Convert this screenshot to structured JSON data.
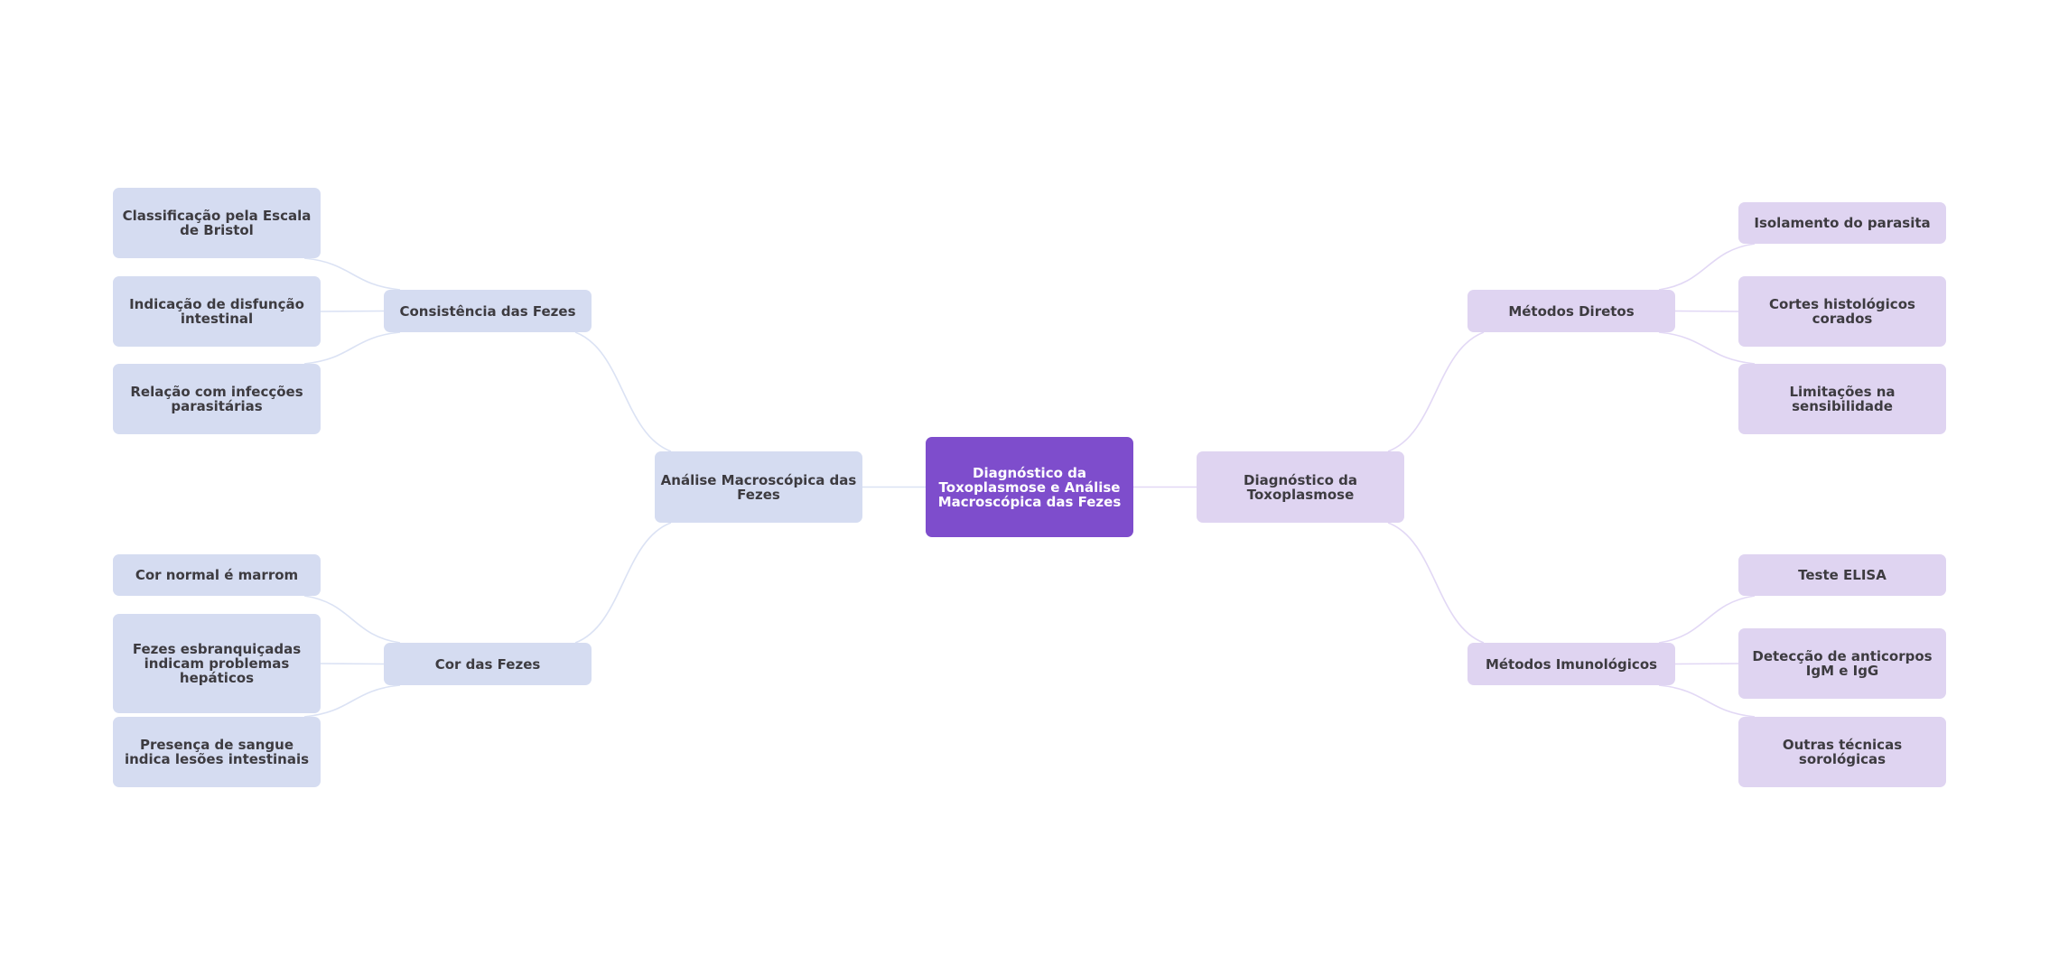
{
  "colors": {
    "root": "#7e4dcc",
    "left_branch": "#d5dcf1",
    "right_branch": "#dfd4f1",
    "left_link": "#dbe2f4",
    "right_link": "#e2d8f5",
    "text": "#3d3b40",
    "root_text": "#ffffff"
  },
  "mindmap": {
    "root": {
      "label": "Diagnóstico da Toxoplasmose e Análise Macroscópica das Fezes"
    },
    "left": {
      "label": "Análise Macroscópica das Fezes",
      "children": [
        {
          "label": "Consistência das Fezes",
          "children": [
            {
              "label": "Classificação pela Escala de Bristol"
            },
            {
              "label": "Indicação de disfunção intestinal"
            },
            {
              "label": "Relação com infecções parasitárias"
            }
          ]
        },
        {
          "label": "Cor das Fezes",
          "children": [
            {
              "label": "Cor normal é marrom"
            },
            {
              "label": "Fezes esbranquiçadas indicam problemas hepáticos"
            },
            {
              "label": "Presença de sangue indica lesões intestinais"
            }
          ]
        }
      ]
    },
    "right": {
      "label": "Diagnóstico da Toxoplasmose",
      "children": [
        {
          "label": "Métodos Diretos",
          "children": [
            {
              "label": "Isolamento do parasita"
            },
            {
              "label": "Cortes histológicos corados"
            },
            {
              "label": "Limitações na sensibilidade"
            }
          ]
        },
        {
          "label": "Métodos Imunológicos",
          "children": [
            {
              "label": "Teste ELISA"
            },
            {
              "label": "Detecção de anticorpos IgM e IgG"
            },
            {
              "label": "Outras técnicas sorológicas"
            }
          ]
        }
      ]
    }
  }
}
